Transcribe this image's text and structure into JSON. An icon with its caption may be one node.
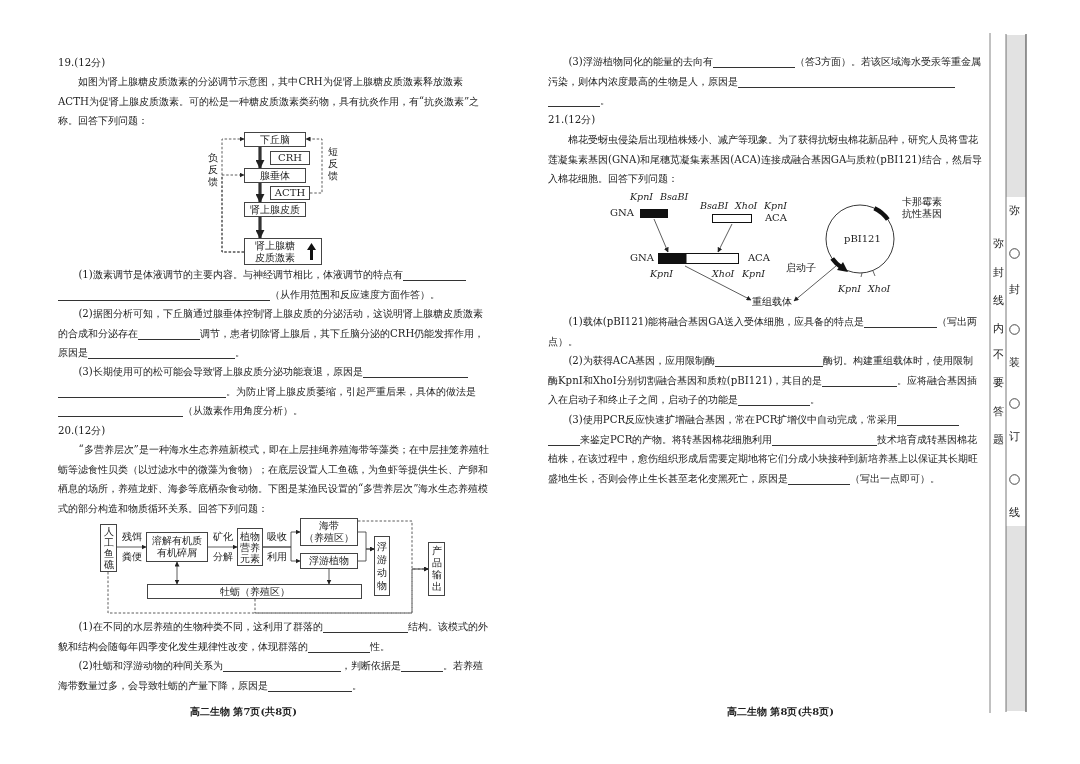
{
  "diagram": {
    "nodes": [
      {
        "text": [
          "下丘脑"
        ]
      },
      {
        "text": [
          "CRH"
        ]
      },
      {
        "text": [
          "腺垂体"
        ]
      },
      {
        "text": [
          "ACTH"
        ]
      },
      {
        "text": [
          "肾上腺皮质"
        ]
      },
      {
        "text": [
          "肾上腺糖皮质激素"
        ]
      },
      {
        "text": [
          "人工鱼礁"
        ]
      },
      {
        "text": [
          "溶解有机质有机碎屑"
        ]
      },
      {
        "text": [
          "植物营养元素"
        ]
      },
      {
        "text": [
          "海带（养殖区）"
        ]
      },
      {
        "text": [
          "浮游植物"
        ]
      },
      {
        "text": [
          "浮游动物"
        ]
      },
      {
        "text": [
          "产品输出"
        ]
      },
      {
        "text": [
          "牡蛎（养殖区）"
        ]
      },
      {
        "text": [
          "GNA"
        ],
        "beside": [
          "KpnⅠ",
          "BsaBⅠ"
        ]
      },
      {
        "text": [
          "ACA"
        ],
        "beside": [
          "BsaBⅠ",
          "XhoⅠ",
          "KpnⅠ"
        ]
      },
      {
        "text": [
          "GNA",
          "ACA"
        ],
        "beside": [
          "KpnⅠ",
          "XhoⅠ",
          "KpnⅠ"
        ]
      },
      {
        "text": [
          "pBⅠ121"
        ],
        "beside": [
          "卡那霉素抗性基因",
          "启动子",
          "KpnⅠ",
          "XhoⅠ"
        ]
      },
      {
        "text": [
          "重组载体"
        ]
      }
    ],
    "edges": [
      {
        "from": 0,
        "to": 2,
        "arrow": "to",
        "style": "thick"
      },
      {
        "from": 2,
        "to": 4,
        "arrow": "to",
        "style": "thick"
      },
      {
        "from": 4,
        "to": 5,
        "arrow": "to",
        "style": "thick"
      },
      {
        "from": 5,
        "to": 0,
        "arrow": "to",
        "style": "dashed",
        "label": "负反馈"
      },
      {
        "from": 5,
        "to": 2,
        "arrow": "to",
        "style": "dashed"
      },
      {
        "from": 3,
        "to": 0,
        "arrow": "to",
        "style": "dashed",
        "label": "短反馈"
      },
      {
        "from": 6,
        "to": 7,
        "arrow": "to",
        "label": "残饵粪便"
      },
      {
        "from": 7,
        "to": 8,
        "arrow": "to",
        "label": "矿化分解"
      },
      {
        "from": 8,
        "to": 9,
        "arrow": "to",
        "label": "吸收利用"
      },
      {
        "from": 8,
        "to": 10,
        "arrow": "to"
      },
      {
        "from": 9,
        "to": 11,
        "arrow": "to"
      },
      {
        "from": 10,
        "to": 11,
        "arrow": "to"
      },
      {
        "from": 10,
        "to": 13,
        "arrow": "to"
      },
      {
        "from": 7,
        "to": 13,
        "arrow": "both"
      },
      {
        "from": 6,
        "to": 12,
        "arrow": "to",
        "style": "dashed"
      },
      {
        "from": 9,
        "to": 12,
        "arrow": "to",
        "style": "dashed"
      },
      {
        "from": 13,
        "to": 12,
        "arrow": "to",
        "style": "dashed"
      },
      {
        "from": 14,
        "to": 16,
        "arrow": "to"
      },
      {
        "from": 15,
        "to": 16,
        "arrow": "to"
      },
      {
        "from": 16,
        "to": 18,
        "arrow": "to"
      },
      {
        "from": 17,
        "to": 18,
        "arrow": "to"
      }
    ],
    "labels": [
      "19.(12分)",
      "如图为肾上腺糖皮质激素的分泌调节示意图，其中CRH为促肾上腺糖皮质激素释放激素ACTH为促肾上腺皮质激素。可的松是一种糖皮质激素类药物，具有抗炎作用，有“抗炎激素”之称。回答下列问题：",
      "(1)激素调节是体液调节的主要内容。与神经调节相比，体液调节的特点有",
      "（从作用范围和反应速度方面作答）。",
      "(2)据图分析可知，下丘脑通过腺垂体控制肾上腺皮质的分泌活动，这说明肾上腺糖皮质激素的合成和分泌存在",
      "调节，患者切除肾上腺后，其下丘脑分泌的CRH仍能发挥作用，原因是",
      "。",
      "(3)长期使用可的松可能会导致肾上腺皮质分泌功能衰退，原因是",
      "。为防止肾上腺皮质萎缩，引起严重后果，具体的做法是",
      "（从激素作用角度分析）。",
      "20.(12分)",
      "“多营养层次”是一种海水生态养殖新模式，即在上层挂绳养殖海带等藻类；在中层挂笼养殖牡蛎等滤食性贝类（以过滤水中的微藻为食物）；在底层设置人工鱼礁，为鱼虾等提供生长、产卵和栖息的场所，养殖龙虾、海参等底栖杂食动物。下图是某渔民设置的“多营养层次”海水生态养殖模式的部分构造和物质循环关系。回答下列问题：",
      "(1)在不同的水层养殖的生物种类不同，这利用了群落的",
      "结构。该模式的外貌和结构会随每年四季变化发生规律性改变，体现群落的",
      "性。",
      "(2)牡蛎和浮游动物的种间关系为",
      "，判断依据是",
      "。若养殖海带数量过多，会导致牡蛎的产量下降，原因是",
      "。",
      "高二生物 第7页(共8页)",
      "(3)浮游植物同化的能量的去向有",
      "（答3方面）。若该区域海水受汞等重金属污染，则体内浓度最高的生物是人，原因是",
      "。",
      "21.(12分)",
      "棉花受蚜虫侵染后出现植株矮小、减产等现象。为了获得抗蚜虫棉花新品种，研究人员将雪花莲凝集素基因(GNA)和尾穗苋凝集素基因(ACA)连接成融合基因GA与质粒(pBⅠ121)结合，然后导入棉花细胞。回答下列问题：",
      "(1)载体(pBⅠ121)能将融合基因GA送入受体细胞，应具备的特点是",
      "（写出两点）。",
      "(2)为获得ACA基因，应用限制酶",
      "酶切。构建重组载体时，使用限制酶KpnⅠ和XhoⅠ分别切割融合基因和质粒(pBⅠ121)，其目的是",
      "。应将融合基因插入在启动子和终止子之间，启动子的功能是",
      "。",
      "(3)使用PCR反应快速扩增融合基因，常在PCR扩增仪中自动完成，常采用",
      "来鉴定PCR的产物。将转基因棉花细胞利用",
      "技术培育成转基因棉花植株，在该过程中，愈伤组织形成后需要定期地将它们分成小块接种到新培养基上以保证其长期旺盛地生长，否则会停止生长甚至老化变黑死亡，原因是",
      "（写出一点即可）。",
      "高二生物 第8页(共8页)",
      "弥",
      "封",
      "装",
      "订",
      "线",
      "弥封线内不要答题"
    ]
  }
}
